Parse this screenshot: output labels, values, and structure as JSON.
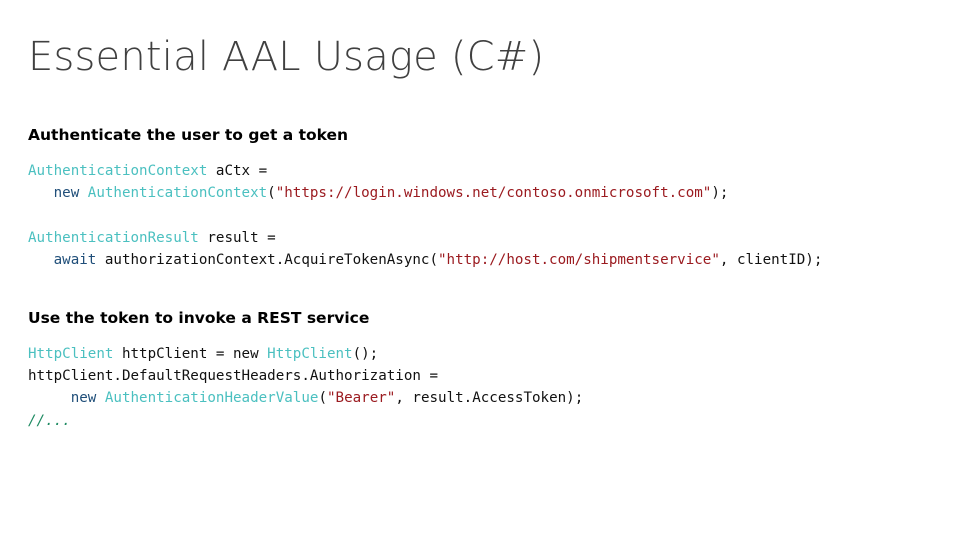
{
  "slide": {
    "title": "Essential AAL Usage (C#)",
    "title_color": "#404040",
    "background": "#ffffff"
  },
  "palette": {
    "type": "#4BC0C0",
    "keyword": "#1F4E79",
    "string": "#9B1B20",
    "plain": "#111111",
    "comment": "#1E8A62",
    "heading": "#000000"
  },
  "sections": [
    {
      "heading": "Authenticate the user to get a token",
      "code_lines": [
        {
          "tokens": [
            {
              "text": "AuthenticationContext",
              "style": "type"
            },
            {
              "text": " aCtx =",
              "style": "plain"
            }
          ]
        },
        {
          "tokens": [
            {
              "text": "   ",
              "style": "plain"
            },
            {
              "text": "new",
              "style": "keyword"
            },
            {
              "text": " ",
              "style": "plain"
            },
            {
              "text": "AuthenticationContext",
              "style": "type"
            },
            {
              "text": "(",
              "style": "plain"
            },
            {
              "text": "\"https://login.windows.net/contoso.onmicrosoft.com\"",
              "style": "string"
            },
            {
              "text": ");",
              "style": "plain"
            }
          ]
        },
        {
          "tokens": []
        },
        {
          "tokens": [
            {
              "text": "AuthenticationResult",
              "style": "type"
            },
            {
              "text": " result =",
              "style": "plain"
            }
          ]
        },
        {
          "tokens": [
            {
              "text": "   ",
              "style": "plain"
            },
            {
              "text": "await",
              "style": "keyword"
            },
            {
              "text": " authorizationContext.AcquireTokenAsync(",
              "style": "plain"
            },
            {
              "text": "\"http://host.com/shipmentservice\"",
              "style": "string"
            },
            {
              "text": ", clientID);",
              "style": "plain"
            }
          ]
        }
      ]
    },
    {
      "heading": "Use the token to invoke a REST service",
      "code_lines": [
        {
          "tokens": [
            {
              "text": "HttpClient",
              "style": "type"
            },
            {
              "text": " httpClient = new ",
              "style": "plain"
            },
            {
              "text": "HttpClient",
              "style": "type"
            },
            {
              "text": "();",
              "style": "plain"
            }
          ]
        },
        {
          "tokens": [
            {
              "text": "httpClient.DefaultRequestHeaders.Authorization =",
              "style": "plain"
            }
          ]
        },
        {
          "tokens": [
            {
              "text": "     ",
              "style": "plain"
            },
            {
              "text": "new",
              "style": "keyword"
            },
            {
              "text": " ",
              "style": "plain"
            },
            {
              "text": "AuthenticationHeaderValue",
              "style": "type"
            },
            {
              "text": "(",
              "style": "plain"
            },
            {
              "text": "\"Bearer\"",
              "style": "string"
            },
            {
              "text": ", result.AccessToken);",
              "style": "plain"
            }
          ]
        },
        {
          "tokens": [
            {
              "text": "//...",
              "style": "comment"
            }
          ]
        }
      ]
    }
  ]
}
